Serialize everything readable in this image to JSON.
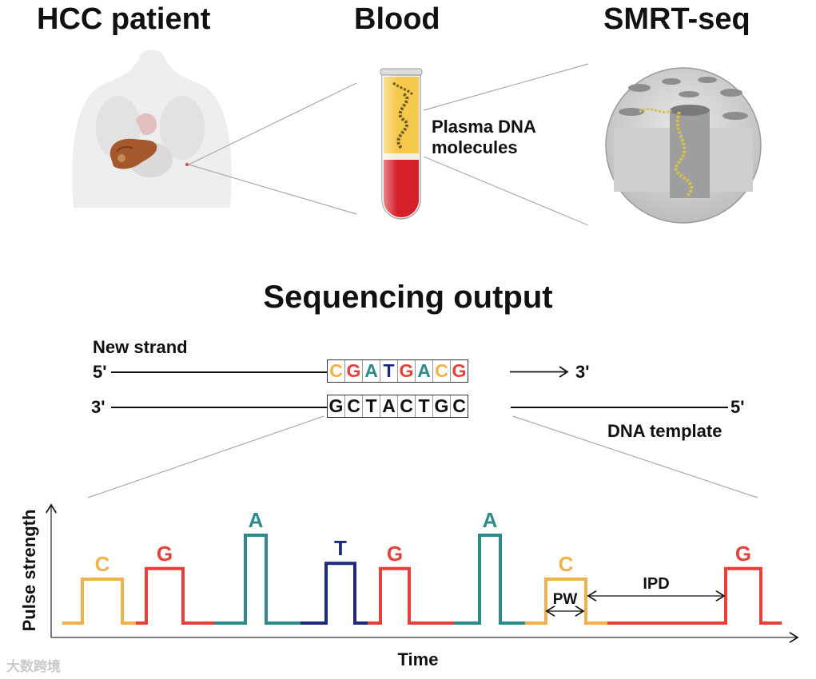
{
  "headers": {
    "patient": "HCC patient",
    "blood": "Blood",
    "smrt": "SMRT-seq"
  },
  "plasma_label_line1": "Plasma DNA",
  "plasma_label_line2": "molecules",
  "section_title": "Sequencing output",
  "strands": {
    "new_strand_label": "New strand",
    "new_5": "5'",
    "new_3": "3'",
    "template_3": "3'",
    "template_5": "5'",
    "template_label": "DNA template",
    "new_bases": [
      "C",
      "G",
      "A",
      "T",
      "G",
      "A",
      "C",
      "G"
    ],
    "template_bases": [
      "G",
      "C",
      "T",
      "A",
      "C",
      "T",
      "G",
      "C"
    ]
  },
  "colors": {
    "C": "#f2b04a",
    "G": "#e5413a",
    "A": "#2e8b8b",
    "T": "#1b2a7a",
    "template": "#111111",
    "blood_red": "#d4202a",
    "plasma_yellow": "#f6c94a"
  },
  "pulse_chart": {
    "ylabel": "Pulse strength",
    "xlabel": "Time",
    "pw_label": "PW",
    "ipd_label": "IPD",
    "pulses": [
      {
        "base": "C",
        "strength": 0.5
      },
      {
        "base": "G",
        "strength": 0.62
      },
      {
        "base": "A",
        "strength": 1.0
      },
      {
        "base": "T",
        "strength": 0.68
      },
      {
        "base": "G",
        "strength": 0.62
      },
      {
        "base": "A",
        "strength": 1.0
      },
      {
        "base": "C",
        "strength": 0.5
      },
      {
        "base": "G",
        "strength": 0.62
      }
    ]
  },
  "watermark": "大数跨境"
}
